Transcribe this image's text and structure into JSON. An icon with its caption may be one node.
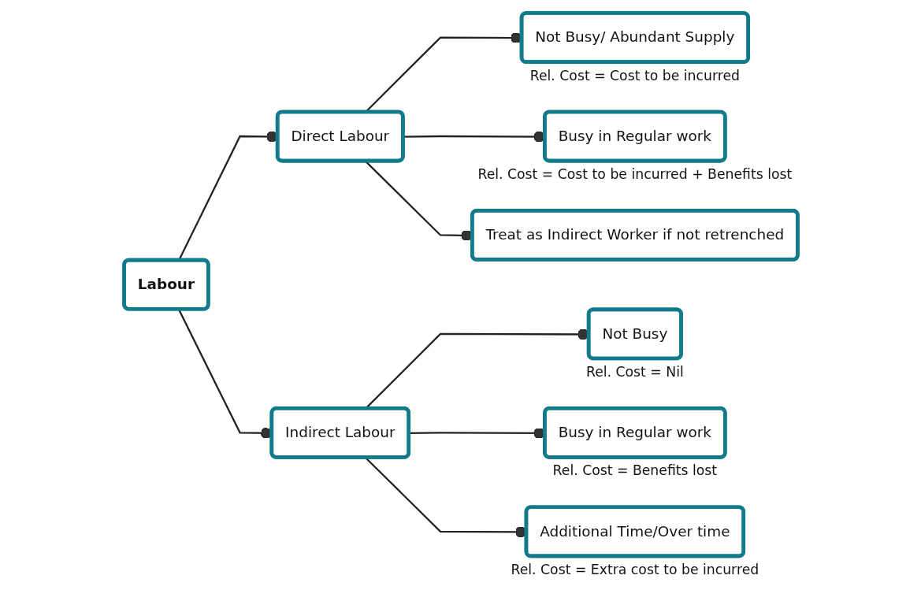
{
  "diagram": {
    "nodes": [
      {
        "text": [
          "Labour"
        ]
      },
      {
        "text": [
          "Direct Labour"
        ]
      },
      {
        "text": [
          "Indirect Labour"
        ]
      },
      {
        "text": [
          "Not Busy/ Abundant Supply"
        ],
        "beside": [
          "Rel. Cost = Cost to be incurred"
        ]
      },
      {
        "text": [
          "Busy in Regular work"
        ],
        "beside": [
          "Rel. Cost = Cost to be incurred + Benefits lost"
        ]
      },
      {
        "text": [
          "Treat as Indirect Worker if not retrenched"
        ]
      },
      {
        "text": [
          "Not Busy"
        ],
        "beside": [
          "Rel. Cost = Nil"
        ]
      },
      {
        "text": [
          "Busy in Regular work"
        ],
        "beside": [
          "Rel. Cost = Benefits lost"
        ]
      },
      {
        "text": [
          "Additional Time/Over time"
        ],
        "beside": [
          "Rel. Cost = Extra cost to be incurred"
        ]
      }
    ],
    "edges": [
      {
        "from": 0,
        "to": 1,
        "arrow": "other"
      },
      {
        "from": 0,
        "to": 2,
        "arrow": "other"
      },
      {
        "from": 1,
        "to": 3,
        "arrow": "other"
      },
      {
        "from": 1,
        "to": 4,
        "arrow": "other"
      },
      {
        "from": 1,
        "to": 5,
        "arrow": "other"
      },
      {
        "from": 2,
        "to": 6,
        "arrow": "other"
      },
      {
        "from": 2,
        "to": 7,
        "arrow": "other"
      },
      {
        "from": 2,
        "to": 8,
        "arrow": "other"
      }
    ]
  }
}
